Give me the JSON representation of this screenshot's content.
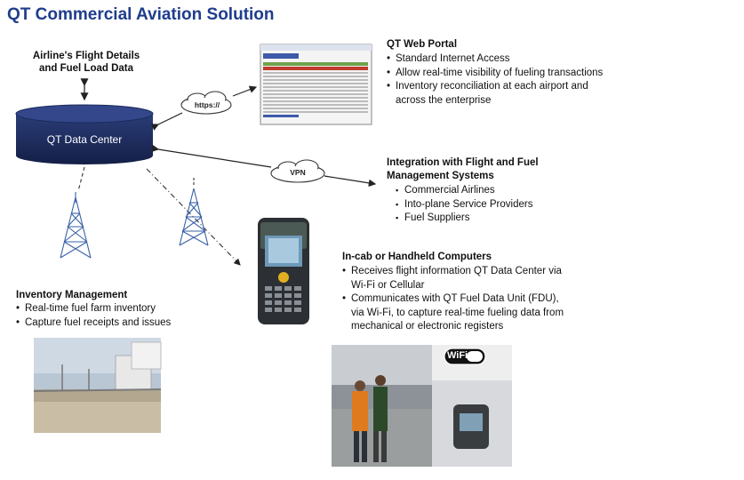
{
  "title": "QT Commercial Aviation Solution",
  "airline": {
    "line1": "Airline's Flight Details",
    "line2": "and Fuel Load Data"
  },
  "datacenter": {
    "label": "QT Data Center"
  },
  "clouds": {
    "https": "https://",
    "vpn": "VPN"
  },
  "portal": {
    "heading": "QT Web Portal",
    "bullets": [
      "Standard Internet Access",
      "Allow real-time visibility of fueling transactions",
      "Inventory reconciliation at each airport and",
      "across the enterprise"
    ]
  },
  "integration": {
    "heading1": "Integration with Flight and Fuel",
    "heading2": "Management Systems",
    "bullets": [
      "Commercial Airlines",
      "Into-plane Service Providers",
      "Fuel Suppliers"
    ]
  },
  "handheld": {
    "heading": "In-cab or Handheld Computers",
    "b1": [
      "Receives flight information QT Data Center via",
      "Wi-Fi or Cellular"
    ],
    "b2": [
      "Communicates with QT Fuel Data Unit (FDU),",
      "via Wi-Fi, to capture real-time fueling data from",
      "mechanical or electronic registers"
    ]
  },
  "inventory": {
    "heading": "Inventory Management",
    "bullets": [
      "Real-time fuel farm inventory",
      "Capture fuel receipts and issues"
    ]
  },
  "wifi": {
    "logo": "WiFi"
  },
  "colors": {
    "title": "#1f3d8c",
    "datacenter": "#1b2a5c"
  }
}
